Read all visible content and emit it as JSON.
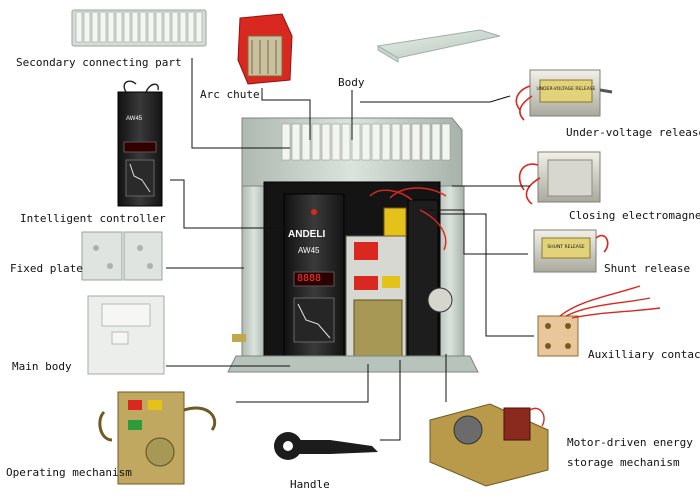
{
  "labels": {
    "secondary_connecting_part": "Secondary connecting part",
    "arc_chute": "Arc chute",
    "body": "Body",
    "under_voltage_release": "Under-voltage release",
    "intelligent_controller": "Intelligent controller",
    "closing_electromagnet": "Closing electromagnet",
    "fixed_plate": "Fixed plate",
    "shunt_release": "Shunt release",
    "auxilliary_contact": "Auxilliary contact",
    "main_body": "Main body",
    "operating_mechanism": "Operating mechanism",
    "handle": "Handle",
    "motor_line1": "Motor-driven energy",
    "motor_line2": "storage mechanism"
  },
  "product": {
    "brand": "ANDELI",
    "model": "AW45",
    "controller_model": "AW45",
    "display_digits": "8888",
    "controller_brand": "ANDELI"
  },
  "component_text": {
    "under_voltage_plate": "UNDER-VOLTAGE RELEASE",
    "shunt_plate": "SHUNT RELEASE"
  },
  "colors": {
    "leader_line": "#111111",
    "red_part": "#d9281f",
    "panel_black": "#1c1c1c",
    "body_grey": "#c9d4cc",
    "terminal_white": "#e9ece6",
    "yellow": "#e5c21a",
    "brass": "#b99a4a"
  }
}
